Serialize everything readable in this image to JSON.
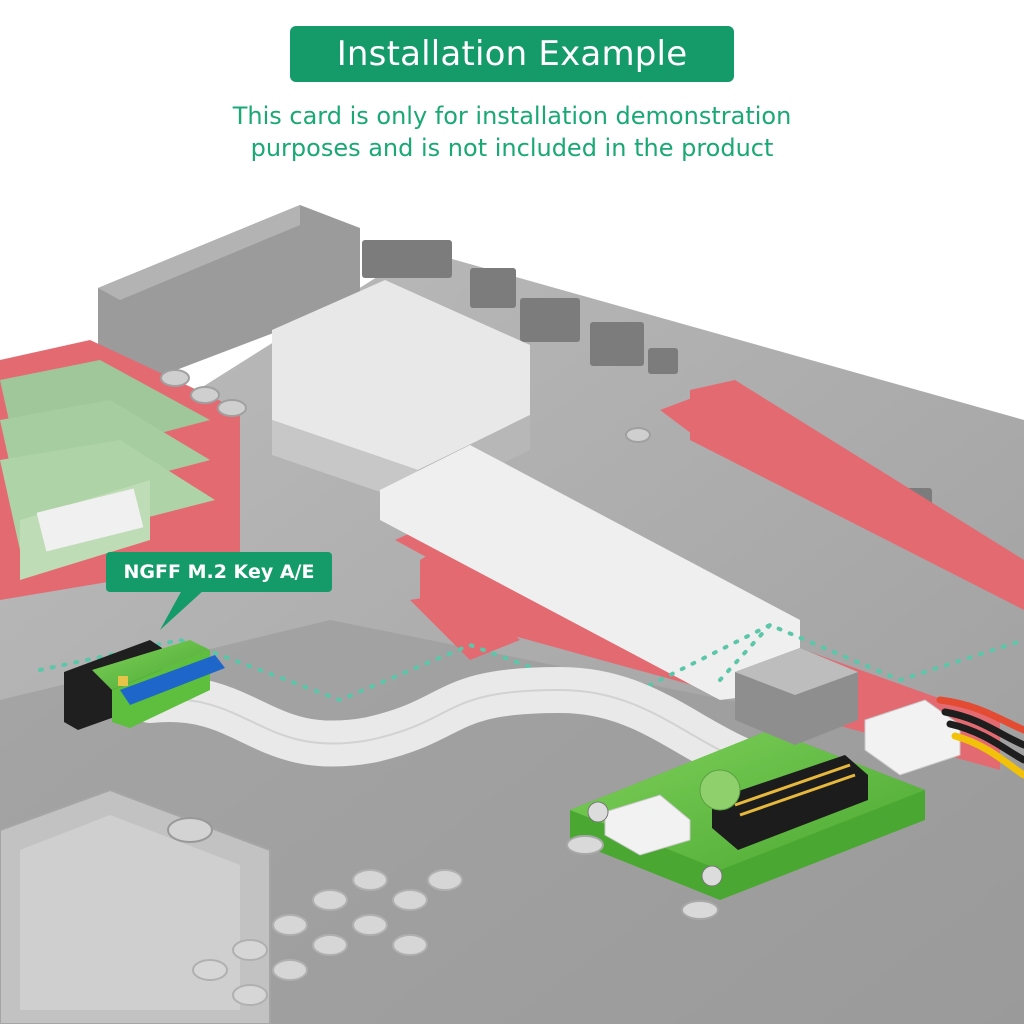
{
  "header": {
    "title": "Installation Example",
    "subtitle_line1": "This card is only for installation demonstration",
    "subtitle_line2": "purposes and is not included in the product"
  },
  "callout": {
    "label": "NGFF M.2 Key A/E"
  },
  "colors": {
    "accent": "#159a6a",
    "accent_text": "#1aa874",
    "board_gray": "#a9a9a9",
    "slot_red": "#e46a72",
    "pcb_green": "#5dbf3d",
    "dotted_outline": "#5cc7a8"
  },
  "icons": [
    "ngff-adapter-icon",
    "ribbon-cable-icon",
    "pcie-adapter-board-icon",
    "power-connector-icon"
  ]
}
